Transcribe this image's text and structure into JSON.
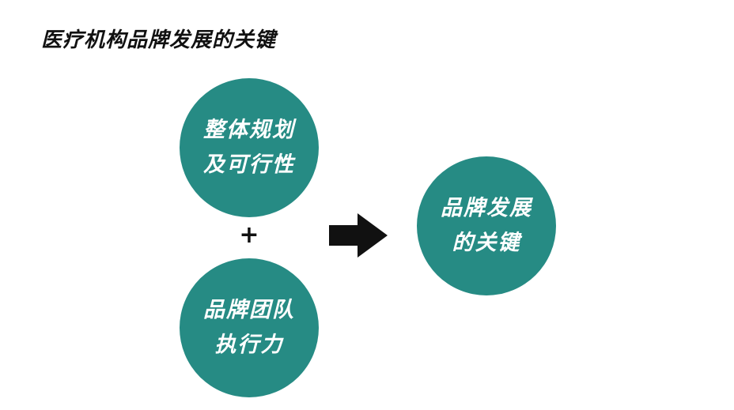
{
  "title": "医疗机构品牌发展的关键",
  "colors": {
    "circle_fill": "#268b84",
    "text_dark": "#111111",
    "text_on_circle": "#ffffff",
    "arrow": "#111111"
  },
  "inputs": [
    {
      "line1": "整体规划",
      "line2": "及可行性"
    },
    {
      "line1": "品牌团队",
      "line2": "执行力"
    }
  ],
  "operator": "+",
  "arrow_icon": "right-arrow-icon",
  "result": {
    "line1": "品牌发展",
    "line2": "的关键"
  }
}
